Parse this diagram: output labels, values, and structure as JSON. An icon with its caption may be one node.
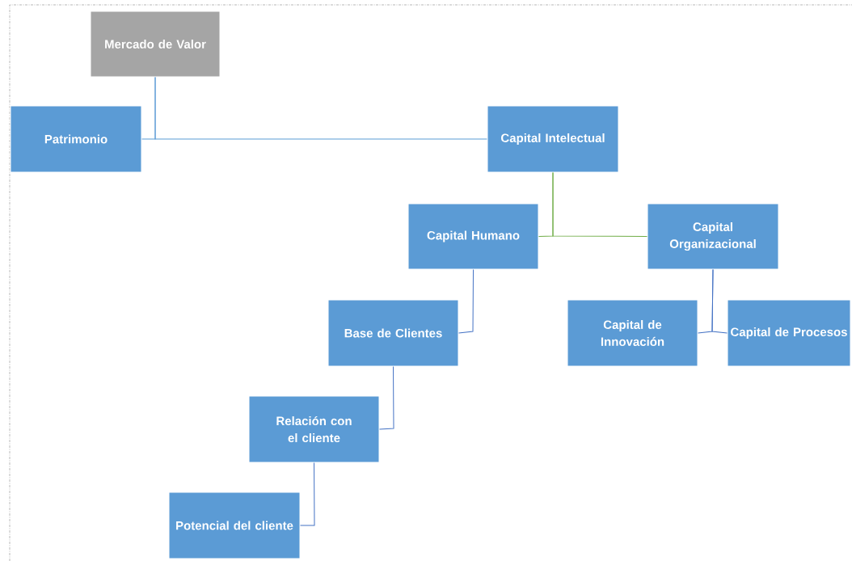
{
  "diagram": {
    "nodes": [
      {
        "text": [
          "Mercado de Valor"
        ]
      },
      {
        "text": [
          "Patrimonio"
        ]
      },
      {
        "text": [
          "Capital Intelectual"
        ]
      },
      {
        "text": [
          "Capital Humano"
        ]
      },
      {
        "text": [
          "Capital Organizacional"
        ]
      },
      {
        "text": [
          "Base de Clientes"
        ]
      },
      {
        "text": [
          "Capital de Innovación"
        ]
      },
      {
        "text": [
          "Capital de Procesos"
        ]
      },
      {
        "text": [
          "Relación con el cliente"
        ]
      },
      {
        "text": [
          "Potencial del cliente"
        ]
      }
    ],
    "edges": [
      {
        "from": 0,
        "to": 1,
        "arrow": "none",
        "color": "#5b9bd5"
      },
      {
        "from": 0,
        "to": 2,
        "arrow": "none",
        "color": "#5b9bd5"
      },
      {
        "from": 2,
        "to": 3,
        "arrow": "none",
        "color": "#70ad47"
      },
      {
        "from": 2,
        "to": 4,
        "arrow": "none",
        "color": "#70ad47"
      },
      {
        "from": 3,
        "to": 5,
        "arrow": "none"
      },
      {
        "from": 4,
        "to": 6,
        "arrow": "none"
      },
      {
        "from": 4,
        "to": 7,
        "arrow": "none"
      },
      {
        "from": 5,
        "to": 8,
        "arrow": "none"
      },
      {
        "from": 8,
        "to": 9,
        "arrow": "none"
      }
    ]
  }
}
